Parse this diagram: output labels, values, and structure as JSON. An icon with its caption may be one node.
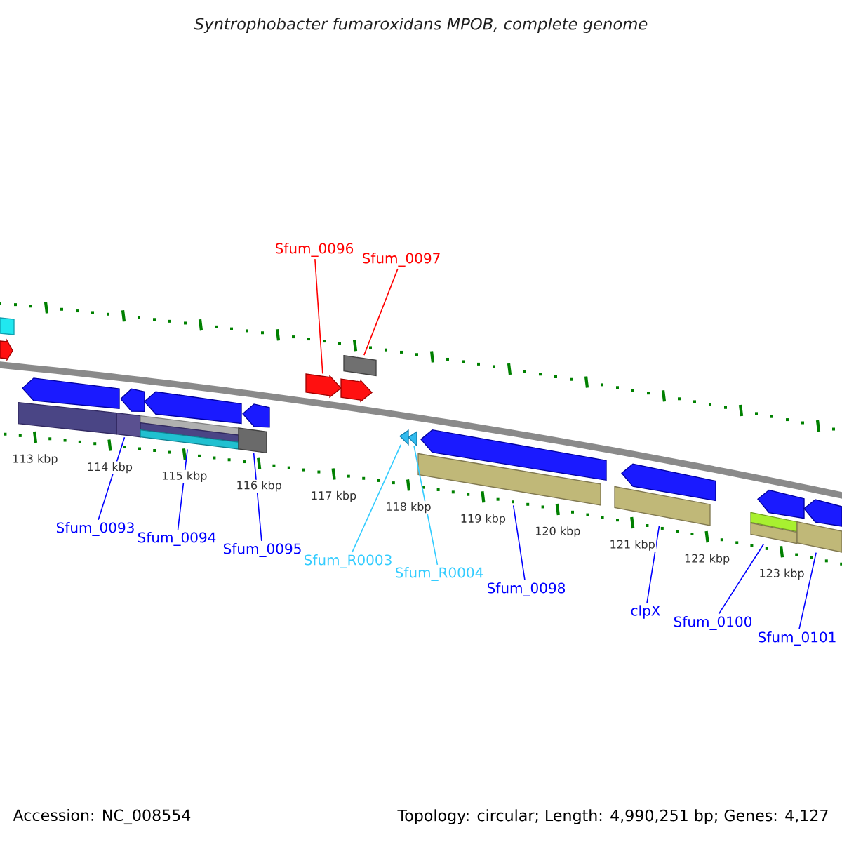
{
  "diagram": {
    "title": "Syntrophobacter fumaroxidans MPOB, complete genome",
    "nodes": [
      {
        "text": [
          "Sfum_0096"
        ]
      },
      {
        "text": [
          "Sfum_0097"
        ]
      },
      {
        "text": [],
        "shape": "arrow"
      },
      {
        "text": [],
        "shape": "box"
      },
      {
        "text": [
          "Sfum_0093"
        ]
      },
      {
        "text": [
          "Sfum_0094"
        ]
      },
      {
        "text": [
          "Sfum_0095"
        ]
      },
      {
        "text": [
          "Sfum_R0003"
        ]
      },
      {
        "text": [
          "Sfum_R0004"
        ]
      },
      {
        "text": [
          "Sfum_0098"
        ]
      },
      {
        "text": [
          "clpX"
        ]
      },
      {
        "text": [
          "Sfum_0100"
        ]
      },
      {
        "text": [
          "Sfum_0101"
        ]
      },
      {
        "text": [],
        "shape": "box"
      },
      {
        "text": [],
        "shape": "box"
      },
      {
        "text": [],
        "shape": "box"
      },
      {
        "text": [],
        "shape": "arrow"
      },
      {
        "text": [],
        "shape": "arrow"
      },
      {
        "text": [],
        "shape": "box"
      },
      {
        "text": [],
        "shape": "box"
      },
      {
        "text": [],
        "shape": "box"
      },
      {
        "text": [],
        "shape": "box"
      },
      {
        "text": [],
        "shape": "arrow"
      },
      {
        "text": [],
        "shape": "box"
      },
      {
        "text": [],
        "shape": "arrow"
      },
      {
        "text": [],
        "shape": "arrow"
      },
      {
        "text": [],
        "shape": "arrow"
      },
      {
        "text": [],
        "shape": "arrow"
      },
      {
        "text": [],
        "shape": "box"
      },
      {
        "text": [],
        "shape": "arrow"
      },
      {
        "text": [],
        "shape": "arrow"
      },
      {
        "text": [],
        "shape": "arrow"
      },
      {
        "text": [],
        "shape": "arrow"
      },
      {
        "text": [],
        "shape": "arrow"
      }
    ],
    "edges": [
      {
        "from": 0,
        "to": 2,
        "arrow": "none",
        "color": "#ff0000"
      },
      {
        "from": 1,
        "to": 3,
        "arrow": "none",
        "color": "#ff0000"
      },
      {
        "from": 4,
        "to": 13,
        "arrow": "none"
      },
      {
        "from": 5,
        "to": 14,
        "arrow": "none"
      },
      {
        "from": 6,
        "to": 15,
        "arrow": "none"
      },
      {
        "from": 7,
        "to": 16,
        "arrow": "none",
        "color": "#33ccff"
      },
      {
        "from": 8,
        "to": 17,
        "arrow": "none",
        "color": "#33ccff"
      },
      {
        "from": 9,
        "to": 18,
        "arrow": "none"
      },
      {
        "from": 10,
        "to": 19,
        "arrow": "none"
      },
      {
        "from": 11,
        "to": 20,
        "arrow": "none"
      },
      {
        "from": 12,
        "to": 21,
        "arrow": "none"
      }
    ],
    "labels": [
      "113 kbp",
      "114 kbp",
      "115 kbp",
      "116 kbp",
      "117 kbp",
      "118 kbp",
      "119 kbp",
      "120 kbp",
      "121 kbp",
      "122 kbp",
      "123 kbp",
      "Accession: NC_008554",
      "Topology: circular; Length: 4,990,251 bp; Genes: 4,127"
    ]
  }
}
